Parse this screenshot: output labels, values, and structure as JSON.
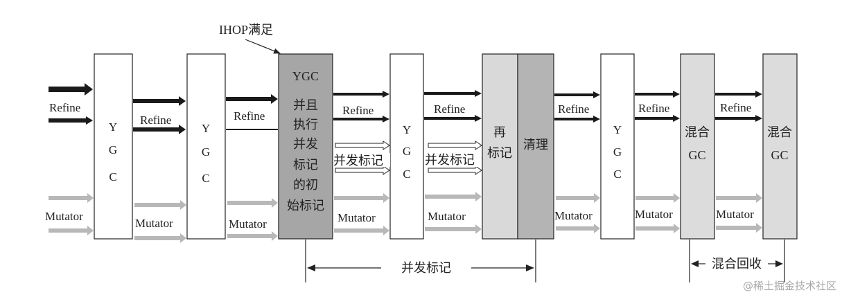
{
  "annotation": {
    "ihop": "IHOP满足"
  },
  "flows": {
    "refine": "Refine",
    "mutator": "Mutator",
    "concurrent_mark": "并发标记"
  },
  "boxes": {
    "ygc_1": [
      "Y",
      "G",
      "C"
    ],
    "ygc_2": [
      "Y",
      "G",
      "C"
    ],
    "ygc_init": [
      "YGC",
      "并且",
      "执行",
      "并发",
      "标记",
      "的初",
      "始标记"
    ],
    "ygc_3": [
      "Y",
      "G",
      "C"
    ],
    "remark": [
      "再",
      "标记"
    ],
    "cleanup": [
      "清理"
    ],
    "ygc_4": [
      "Y",
      "G",
      "C"
    ],
    "mixed_1": [
      "混合",
      "GC"
    ],
    "mixed_2": [
      "混合",
      "GC"
    ]
  },
  "spans": {
    "concurrent_mark_span": "并发标记",
    "mixed_collection_span": "混合回收"
  },
  "watermark": "@稀土掘金技术社区",
  "colors": {
    "refine_arrow": "#1a1a1a",
    "mutator_arrow": "#b8b8b8",
    "init_mark_box": "#a6a6a6",
    "remark_box": "#d9d9d9",
    "cleanup_box": "#b4b4b4",
    "mixed_box": "#dcdcdc",
    "ygc_box": "#ffffff"
  }
}
